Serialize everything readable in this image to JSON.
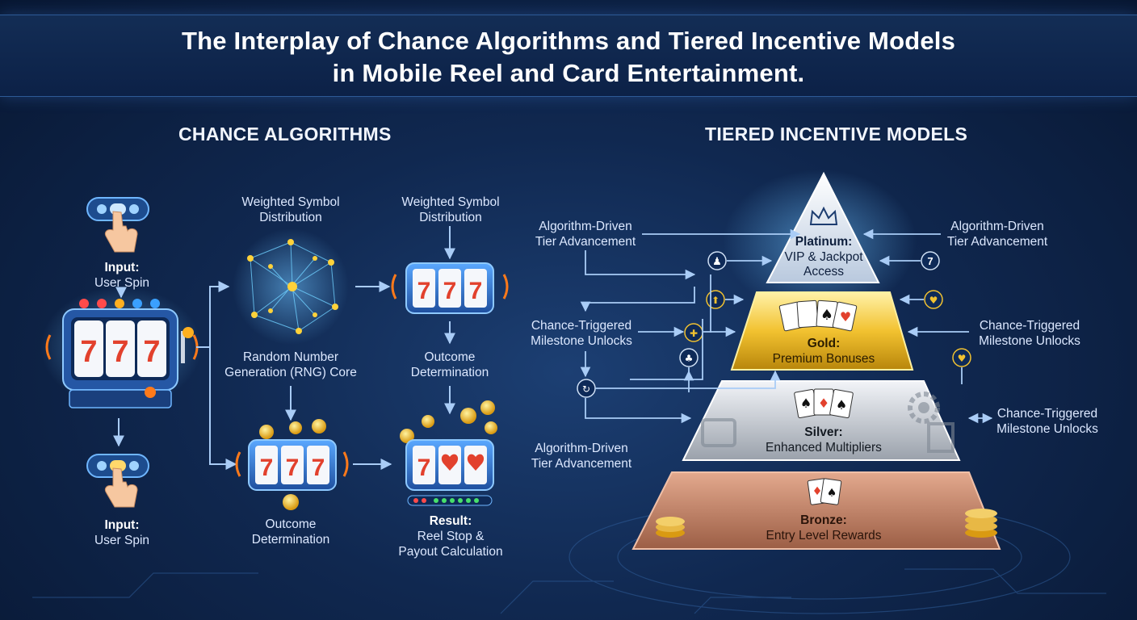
{
  "title": {
    "line1": "The Interplay of Chance Algorithms and Tiered Incentive Models",
    "line2": "in Mobile Reel and Card Entertainment."
  },
  "left": {
    "heading": "CHANCE ALGORITHMS",
    "input_top": {
      "title": "Input:",
      "sub": "User Spin"
    },
    "input_bottom": {
      "title": "Input:",
      "sub": "User Spin"
    },
    "weighted_1": {
      "line1": "Weighted Symbol",
      "line2": "Distribution"
    },
    "weighted_2": {
      "line1": "Weighted Symbol",
      "line2": "Distribution"
    },
    "rng": {
      "line1": "Random Number",
      "line2": "Generation (RNG) Core"
    },
    "outcome_1": {
      "line1": "Outcome",
      "line2": "Determination"
    },
    "outcome_2": {
      "line1": "Outcome",
      "line2": "Determination"
    },
    "result": {
      "title": "Result:",
      "line1": "Reel Stop &",
      "line2": "Payout Calculation"
    },
    "reel_symbol": "7"
  },
  "right": {
    "heading": "TIERED INCENTIVE MODELS",
    "tiers": {
      "platinum": {
        "name": "Platinum:",
        "line1": "VIP & Jackpot",
        "line2": "Access"
      },
      "gold": {
        "name": "Gold:",
        "desc": "Premium Bonuses"
      },
      "silver": {
        "name": "Silver:",
        "desc": "Enhanced Multipliers"
      },
      "bronze": {
        "name": "Bronze:",
        "desc": "Entry Level Rewards"
      }
    },
    "labels": {
      "adv_top_left": {
        "line1": "Algorithm-Driven",
        "line2": "Tier Advancement"
      },
      "adv_top_right": {
        "line1": "Algorithm-Driven",
        "line2": "Tier Advancement"
      },
      "milestone_left": {
        "line1": "Chance-Triggered",
        "line2": "Milestone Unlocks"
      },
      "milestone_right": {
        "line1": "Chance-Triggered",
        "line2": "Milestone Unlocks"
      },
      "milestone_right_2": {
        "line1": "Chance-Triggered",
        "line2": "Milestone Unlocks"
      },
      "adv_bottom_left": {
        "line1": "Algorithm-Driven",
        "line2": "Tier Advancement"
      }
    }
  },
  "colors": {
    "arrow": "#9fc4f2",
    "gold": "#f2c230",
    "silver": "#c9ced6",
    "bronze": "#c0826a",
    "platinum": "#dfe8f4",
    "reel_red": "#e2412d",
    "reel_orange": "#f08a1e"
  },
  "icons": [
    "hand-pointer-icon",
    "slot-machine-icon",
    "network-icon",
    "coin-icon",
    "crown-icon",
    "playing-cards-icon",
    "lock-icon",
    "seven-icon",
    "gear-icon"
  ]
}
